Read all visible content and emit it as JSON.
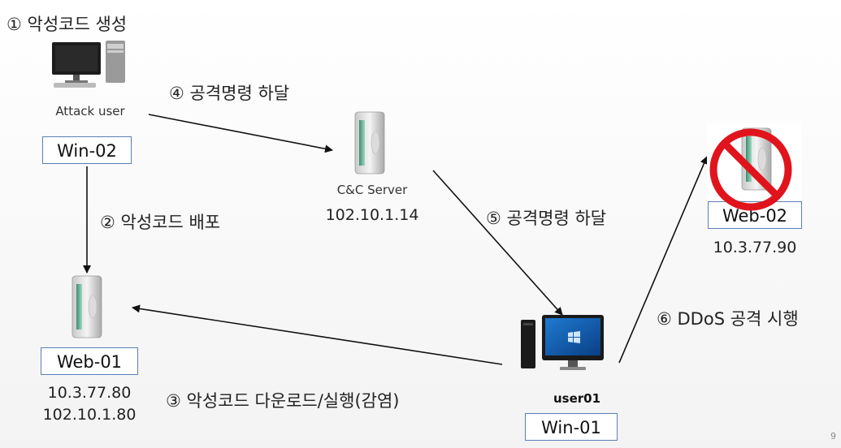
{
  "steps": {
    "s1": "① 악성코드 생성",
    "s2": "② 악성코드 배포",
    "s3": "③ 악성코드 다운로드/실행(감염)",
    "s4": "④ 공격명령 하달",
    "s5": "⑤ 공격명령 하달",
    "s6": "⑥ DDoS 공격 시행"
  },
  "nodes": {
    "attacker": {
      "label": "Attack user",
      "box": "Win-02"
    },
    "cnc": {
      "label": "C&C Server",
      "ip": "102.10.1.14"
    },
    "web01": {
      "box": "Web-01",
      "ip1": "10.3.77.80",
      "ip2": "102.10.1.80"
    },
    "user01": {
      "label": "user01",
      "box": "Win-01"
    },
    "web02": {
      "box": "Web-02",
      "ip": "10.3.77.90"
    }
  },
  "page_number": "9",
  "colors": {
    "arrow": "#111111",
    "box_border": "#5b7fb5",
    "prohibit": "#e0141c",
    "server_accent": "#5aa58a"
  }
}
